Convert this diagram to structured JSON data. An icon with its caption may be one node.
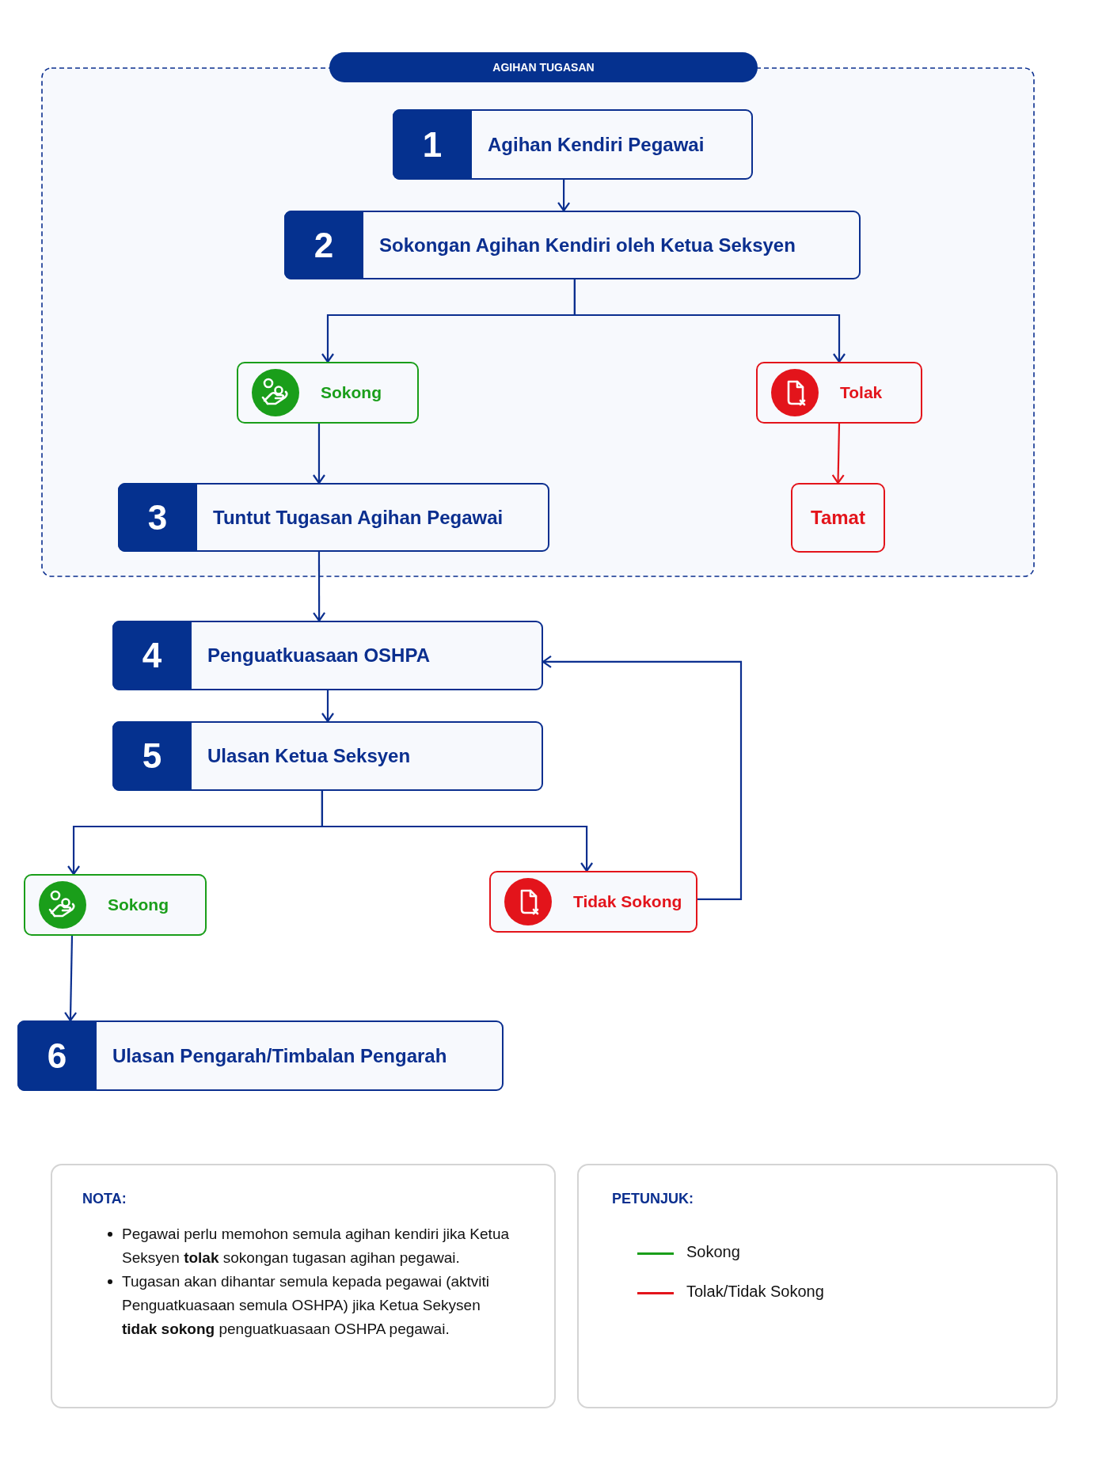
{
  "diagram": {
    "nodes": [
      {
        "text": [
          "AGIHAN TUGASAN"
        ]
      },
      {
        "text": [
          "1",
          "Agihan Kendiri Pegawai"
        ],
        "in": 0
      },
      {
        "text": [
          "2",
          "Sokongan Agihan Kendiri oleh Ketua Seksyen"
        ],
        "in": 0
      },
      {
        "text": [
          "Sokong"
        ],
        "in": 0
      },
      {
        "text": [
          "Tolak"
        ],
        "in": 0
      },
      {
        "text": [
          "3",
          "Tuntut Tugasan Agihan Pegawai"
        ],
        "in": 0
      },
      {
        "text": [
          "Tamat"
        ],
        "in": 0
      },
      {
        "text": [
          "4",
          "Penguatkuasaan OSHPA"
        ]
      },
      {
        "text": [
          "5",
          "Ulasan Ketua Seksyen"
        ]
      },
      {
        "text": [
          "Sokong"
        ]
      },
      {
        "text": [
          "Tidak Sokong"
        ]
      },
      {
        "text": [
          "6",
          "Ulasan Pengarah/Timbalan Pengarah"
        ]
      }
    ],
    "edges": [
      {
        "from": 1,
        "to": 2,
        "arrow": "to"
      },
      {
        "from": 2,
        "to": 3,
        "arrow": "to"
      },
      {
        "from": 2,
        "to": 4,
        "arrow": "to"
      },
      {
        "from": 3,
        "to": 5,
        "arrow": "to"
      },
      {
        "from": 4,
        "to": 6,
        "arrow": "to",
        "color": "#e3141b"
      },
      {
        "from": 5,
        "to": 7,
        "arrow": "to"
      },
      {
        "from": 7,
        "to": 8,
        "arrow": "to"
      },
      {
        "from": 8,
        "to": 9,
        "arrow": "to"
      },
      {
        "from": 8,
        "to": 10,
        "arrow": "to"
      },
      {
        "from": 10,
        "to": 7,
        "arrow": "to"
      },
      {
        "from": 9,
        "to": 11,
        "arrow": "to"
      }
    ],
    "labels": [
      "NOTA:",
      "Pegawai perlu memohon semula agihan kendiri jika Ketua Seksyen **tolak** sokongan tugasan agihan pegawai.",
      "Tugasan akan dihantar semula kepada pegawai (aktviti Penguatkuasaan semula OSHPA) jika Ketua Sekysen **tidak sokong** penguatkuasaan OSHPA pegawai.",
      "PETUNJUK:"
    ],
    "legend": [
      {
        "text": "Sokong",
        "color": "#1a9e1a"
      },
      {
        "text": "Tolak/Tidak Sokong",
        "color": "#e3141b"
      }
    ]
  }
}
